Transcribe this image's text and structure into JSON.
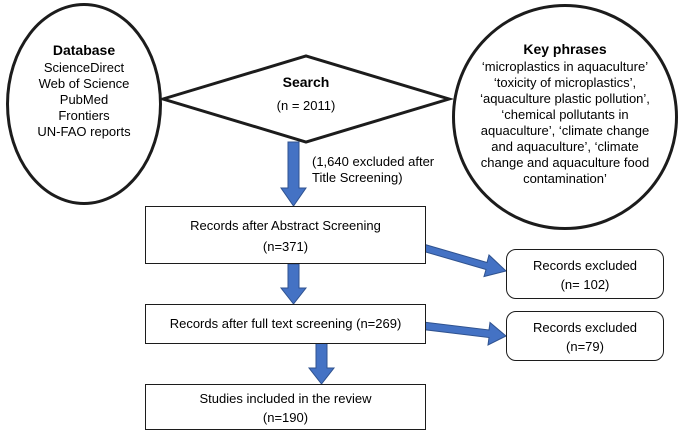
{
  "colors": {
    "arrow": "#4472c4",
    "arrow_outline": "#2f528f",
    "border": "#1c1c1c"
  },
  "database": {
    "title": "Database",
    "items": [
      "ScienceDirect",
      "Web of Science",
      "PubMed",
      "Frontiers",
      "UN-FAO reports"
    ]
  },
  "search": {
    "title": "Search",
    "count": "(n = 2011)"
  },
  "key_phrases": {
    "title": "Key phrases",
    "lines": [
      "‘microplastics in aquaculture’",
      "‘toxicity of microplastics’,",
      "‘aquaculture plastic pollution’,",
      "‘chemical pollutants in",
      "aquaculture’, ‘climate change",
      "and aquaculture’, ‘climate",
      "change and aquaculture food",
      "contamination’"
    ]
  },
  "title_screening_note": {
    "line1": "(1,640 excluded after",
    "line2": "Title Screening)"
  },
  "abstract_screening": {
    "label": "Records after Abstract Screening",
    "count": "(n=371)"
  },
  "excluded_1": {
    "label": "Records excluded",
    "count": "(n= 102)"
  },
  "fulltext_screening": {
    "label": "Records after full text screening (n=269)"
  },
  "excluded_2": {
    "label": "Records excluded",
    "count": "(n=79)"
  },
  "included": {
    "label": "Studies included in the review",
    "count": "(n=190)"
  }
}
